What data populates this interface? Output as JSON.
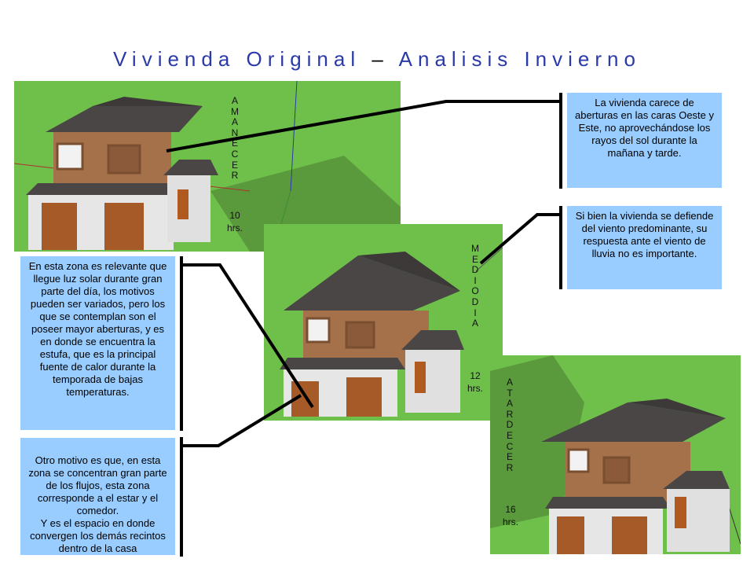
{
  "title": {
    "part1": "Vivienda Original",
    "sep": "–",
    "part2": "Analisis Invierno"
  },
  "scenes": {
    "amanecer": {
      "label": "AMANECER",
      "hours": "10\nhrs."
    },
    "mediodia": {
      "label": "MEDIODIA",
      "hours": "12\nhrs."
    },
    "atardecer": {
      "label": "ATARDECER",
      "hours": "16\nhrs."
    }
  },
  "notes": {
    "west_east": "La vivienda carece de aberturas en las caras Oeste y Este, no aprovechándose los rayos del sol durante la mañana y tarde.",
    "wind": "Si bien la vivienda se defiende del viento predominante, su respuesta ante el viento de lluvia no es importante.",
    "zone_light": "En esta zona es relevante que llegue luz solar durante gran parte del día, los motivos pueden ser variados, pero los que se contemplan son el poseer mayor aberturas, y es en donde se encuentra la estufa, que es la principal fuente de calor durante la temporada de bajas temperaturas.",
    "zone_flow": "Otro motivo es que, en esta zona se concentran gran parte de los flujos, esta zona corresponde a el estar y el comedor.\nY es el espacio en donde convergen los demás recintos dentro de la casa"
  },
  "colors": {
    "title_blue": "#2a3aa8",
    "grass": "#6fc04a",
    "note_box": "#99ccff",
    "roof": "#4a4645",
    "wood_wall": "#a5714a",
    "white_wall": "#e6e6e6"
  }
}
